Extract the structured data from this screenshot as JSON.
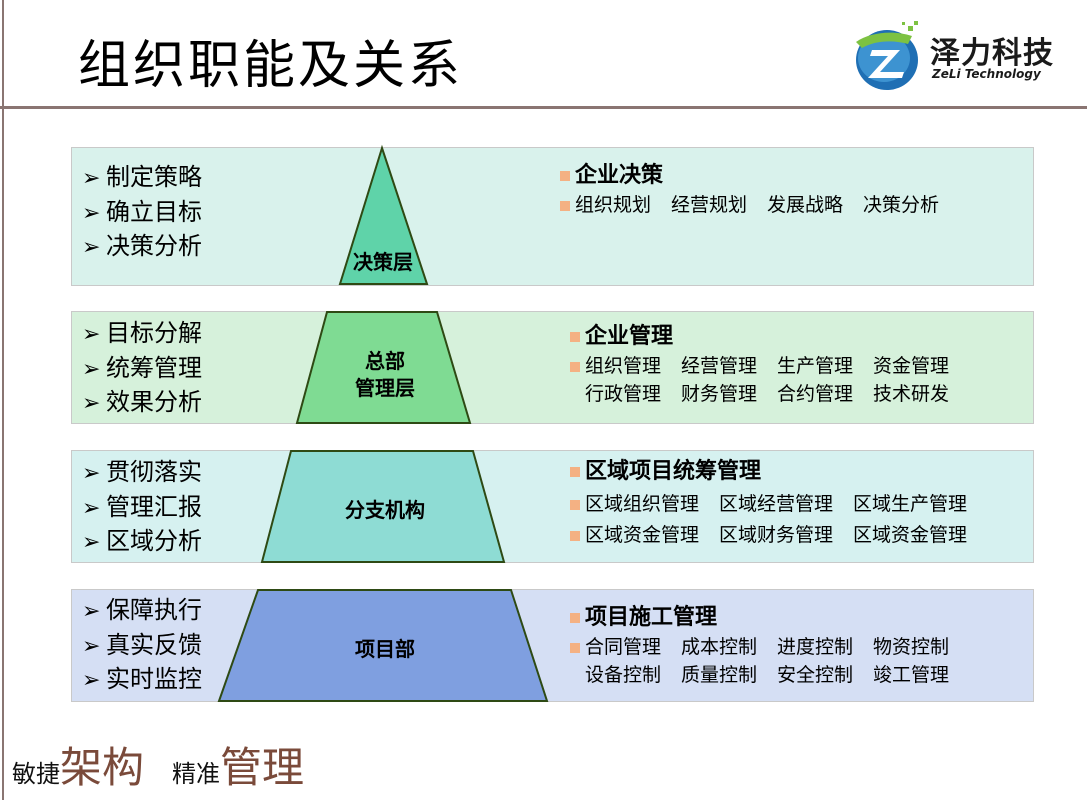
{
  "title": "组织职能及关系",
  "logo": {
    "name": "泽力科技",
    "english": "ZeLi Technology"
  },
  "levels": [
    {
      "label_lines": [
        "决策层"
      ],
      "fill": "#5fd3a9"
    },
    {
      "label_lines": [
        "总部",
        "管理层"
      ],
      "fill": "#7fdb93"
    },
    {
      "label_lines": [
        "分支机构"
      ],
      "fill": "#8edcd4"
    },
    {
      "label_lines": [
        "项目部"
      ],
      "fill": "#7f9fe0"
    }
  ],
  "duties": [
    [
      "制定策略",
      "确立目标",
      "决策分析"
    ],
    [
      "目标分解",
      "统筹管理",
      "效果分析"
    ],
    [
      "贯彻落实",
      "管理汇报",
      "区域分析"
    ],
    [
      "保障执行",
      "真实反馈",
      "实时监控"
    ]
  ],
  "functions": [
    {
      "title": "企业决策",
      "rows": [
        [
          "组织规划",
          "经营规划",
          "发展战略",
          "决策分析"
        ]
      ],
      "row_bullets": true
    },
    {
      "title": "企业管理",
      "rows": [
        [
          "组织管理",
          "经营管理",
          "生产管理",
          "资金管理"
        ],
        [
          "行政管理",
          "财务管理",
          "合约管理",
          "技术研发"
        ]
      ],
      "row_bullets": false
    },
    {
      "title": "区域项目统筹管理",
      "rows": [
        [
          "区域组织管理",
          "区域经营管理",
          "区域生产管理"
        ],
        [
          "区域资金管理",
          "区域财务管理",
          "区域资金管理"
        ]
      ],
      "row_bullets": true
    },
    {
      "title": "项目施工管理",
      "rows": [
        [
          "合同管理",
          "成本控制",
          "进度控制",
          "物资控制"
        ],
        [
          "设备控制",
          "质量控制",
          "安全控制",
          "竣工管理"
        ]
      ],
      "row_bullets": false
    }
  ],
  "footer": {
    "part1_small": "敏捷",
    "part1_large": "架构",
    "part2_small": "精准",
    "part2_large": "管理"
  },
  "colors": {
    "bullet": "#f4b183",
    "divider": "#8a7572",
    "footer_accent": "#7a4a3a"
  },
  "arrow_glyph": "➢"
}
